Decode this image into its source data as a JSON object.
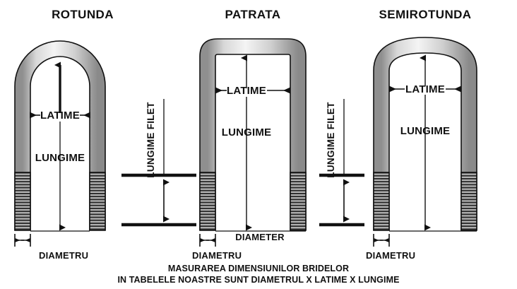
{
  "page": {
    "background_color": "#ffffff",
    "ink_color": "#111111",
    "metal_light": "#f2f2f2",
    "metal_mid": "#c9c9c9",
    "metal_dark": "#8f8f8f",
    "thread_fill": "#a8a8a8"
  },
  "bolts": [
    {
      "id": "rotunda",
      "title": "ROTUNDA",
      "shape": "round",
      "width_label": "LATIME",
      "length_label": "LUNGIME",
      "diameter_label": "DIAMETRU"
    },
    {
      "id": "patrata",
      "title": "PATRATA",
      "shape": "square",
      "width_label": "LATIME",
      "length_label": "LUNGIME",
      "diameter_label": "DIAMETRU",
      "extra_label": "DIAMETER"
    },
    {
      "id": "semirotunda",
      "title": "SEMIROTUNDA",
      "shape": "semi-round",
      "width_label": "LATIME",
      "length_label": "LUNGIME",
      "diameter_label": "DIAMETRU"
    }
  ],
  "thread_dimensions": [
    {
      "id": "thread-length-left",
      "label": "LUNGIME FILET"
    },
    {
      "id": "thread-length-right",
      "label": "LUNGIME FILET"
    }
  ],
  "caption": {
    "line1": "MASURAREA DIMENSIUNILOR BRIDELOR",
    "line2": "IN TABELELE NOASTRE SUNT DIAMETRUL X LATIME X LUNGIME"
  }
}
